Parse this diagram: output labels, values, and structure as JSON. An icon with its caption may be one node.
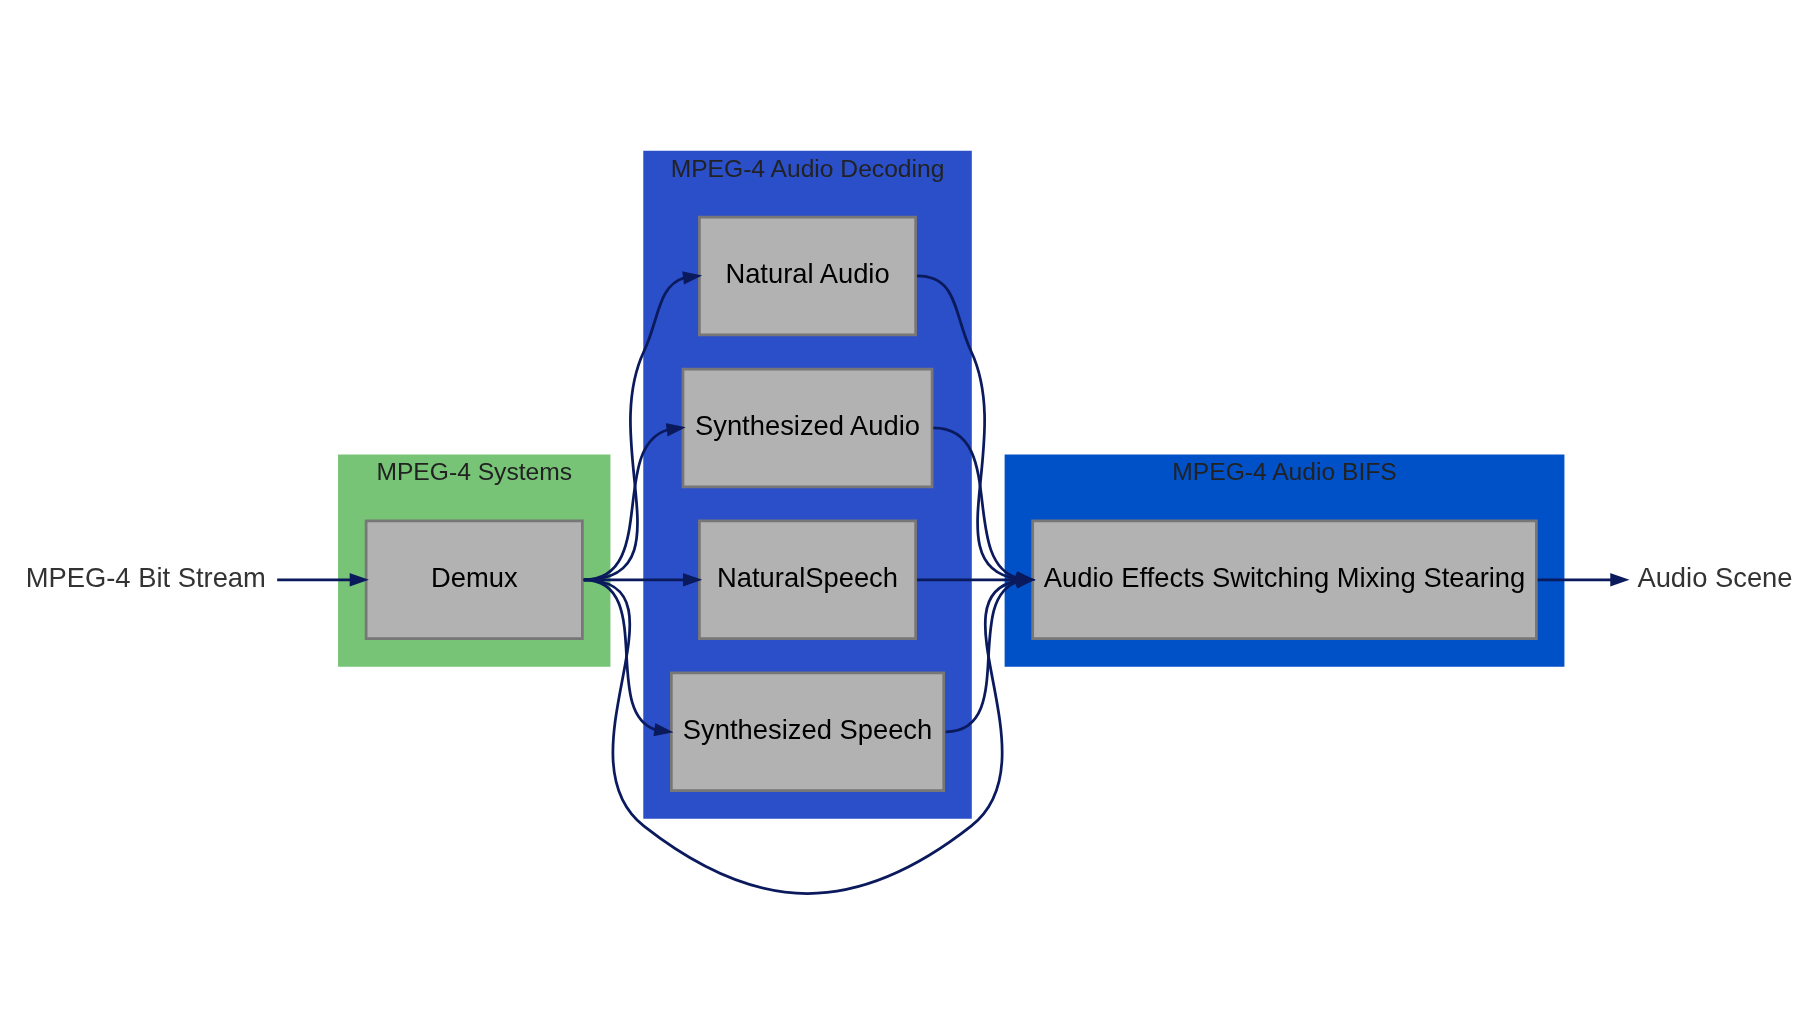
{
  "diagram": {
    "nodes": [
      {
        "text": [
          "MPEG-4 Systems"
        ]
      },
      {
        "text": [
          "Demux"
        ],
        "in": 0
      },
      {
        "text": [
          "MPEG-4 Audio Decoding"
        ]
      },
      {
        "text": [
          "Natural Audio"
        ],
        "in": 2
      },
      {
        "text": [
          "Synthesized Audio"
        ],
        "in": 2
      },
      {
        "text": [
          "NaturalSpeech"
        ],
        "in": 2
      },
      {
        "text": [
          "Synthesized Speech"
        ],
        "in": 2
      },
      {
        "text": [
          "MPEG-4 Audio BIFS"
        ]
      },
      {
        "text": [
          "Audio Effects Switching Mixing Stearing"
        ],
        "in": 7
      },
      {
        "text": [
          "MPEG-4 Bit Stream"
        ]
      },
      {
        "text": [
          "Audio Scene"
        ]
      }
    ],
    "edges": [
      {
        "from": 9,
        "to": 1,
        "arrow": "to"
      },
      {
        "from": 1,
        "to": 3,
        "arrow": "to"
      },
      {
        "from": 1,
        "to": 4,
        "arrow": "to"
      },
      {
        "from": 1,
        "to": 5,
        "arrow": "to"
      },
      {
        "from": 1,
        "to": 6,
        "arrow": "to"
      },
      {
        "from": 3,
        "to": 8,
        "arrow": "to"
      },
      {
        "from": 4,
        "to": 8,
        "arrow": "to"
      },
      {
        "from": 5,
        "to": 8,
        "arrow": "to"
      },
      {
        "from": 6,
        "to": 8,
        "arrow": "to"
      },
      {
        "from": 1,
        "to": 8,
        "arrow": "to"
      },
      {
        "from": 8,
        "to": 10,
        "arrow": "to"
      }
    ]
  }
}
